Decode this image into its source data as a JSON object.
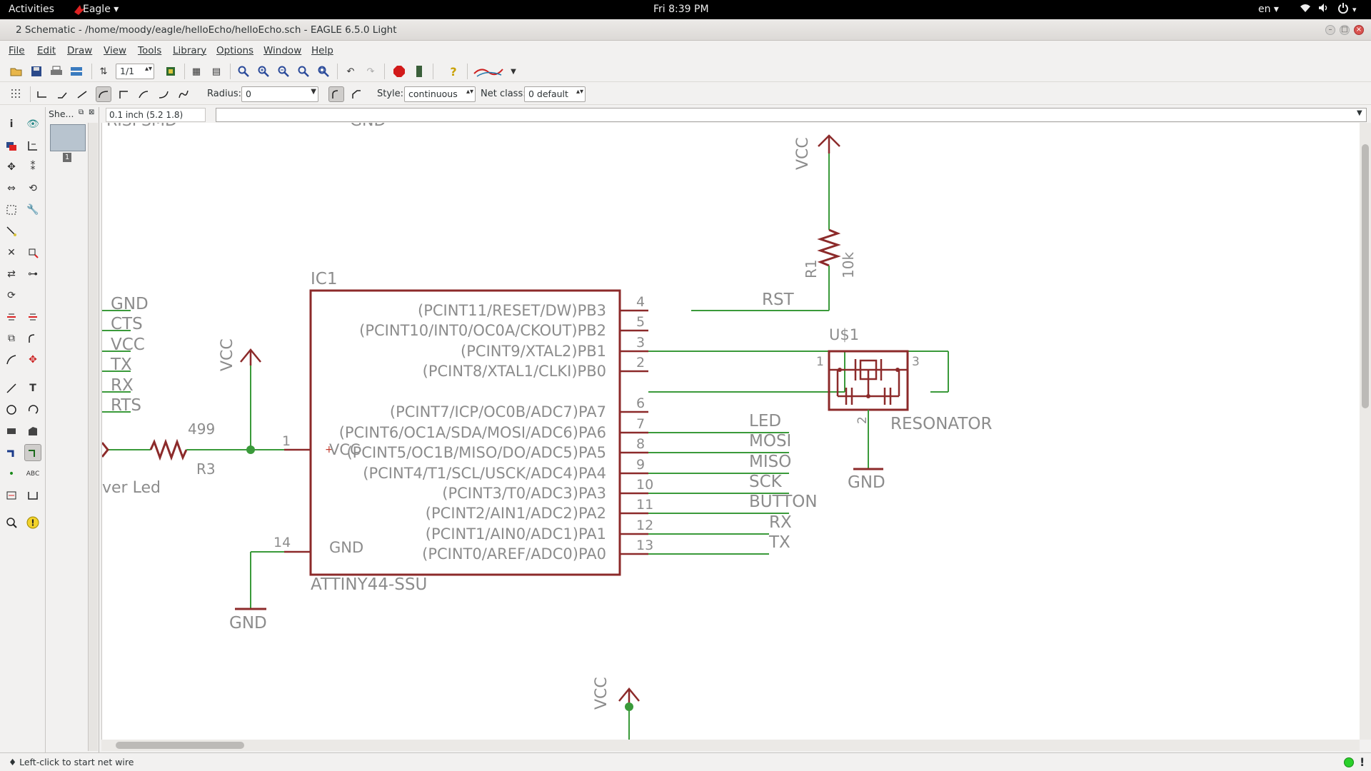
{
  "topbar": {
    "activities": "Activities",
    "app_menu": "Eagle ▾",
    "clock": "Fri  8:39 PM",
    "lang": "en ▾"
  },
  "window": {
    "title": "2 Schematic - /home/moody/eagle/helloEcho/helloEcho.sch - EAGLE 6.5.0 Light"
  },
  "menu": [
    "File",
    "Edit",
    "Draw",
    "View",
    "Tools",
    "Library",
    "Options",
    "Window",
    "Help"
  ],
  "toolbar": {
    "sheet_selector": "1/1",
    "radius_label": "Radius:",
    "radius_value": "0",
    "style_label": "Style:",
    "style_value": "continuous",
    "netclass_label": "Net class:",
    "netclass_value": "0 default"
  },
  "sheets_panel": {
    "header": "She...",
    "sheet_number": "1"
  },
  "coordinates": "0.1 inch (5.2 1.8)",
  "status": {
    "message": "♦ Left-click to start net wire"
  },
  "schematic": {
    "top_labels": {
      "rispsmd": "RISPSMD",
      "gnd_top": "GND"
    },
    "ic": {
      "name": "IC1",
      "value": "ATTINY44-SSU",
      "vcc_pin_label": "VCC",
      "gnd_pin_label": "GND",
      "vcc_pin_num": "1",
      "gnd_pin_num": "14",
      "right_pins": [
        {
          "label": "(PCINT11/RESET/DW)PB3",
          "num": "4"
        },
        {
          "label": "(PCINT10/INT0/OC0A/CKOUT)PB2",
          "num": "5"
        },
        {
          "label": "(PCINT9/XTAL2)PB1",
          "num": "3"
        },
        {
          "label": "(PCINT8/XTAL1/CLKI)PB0",
          "num": "2"
        },
        {
          "label": "(PCINT7/ICP/OC0B/ADC7)PA7",
          "num": "6"
        },
        {
          "label": "(PCINT6/OC1A/SDA/MOSI/ADC6)PA6",
          "num": "7"
        },
        {
          "label": "(PCINT5/OC1B/MISO/DO/ADC5)PA5",
          "num": "8"
        },
        {
          "label": "(PCINT4/T1/SCL/USCK/ADC4)PA4",
          "num": "9"
        },
        {
          "label": "(PCINT3/T0/ADC3)PA3",
          "num": "10"
        },
        {
          "label": "(PCINT2/AIN1/ADC2)PA2",
          "num": "11"
        },
        {
          "label": "(PCINT1/AIN0/ADC1)PA1",
          "num": "12"
        },
        {
          "label": "(PCINT0/AREF/ADC0)PA0",
          "num": "13"
        }
      ]
    },
    "net_labels": {
      "rst": "RST",
      "led": "LED",
      "mosi": "MOSI",
      "miso": "MISO",
      "sck": "SCK",
      "button": "BUTTON",
      "rx": "RX",
      "tx": "TX"
    },
    "ftdi_labels": [
      "GND",
      "CTS",
      "VCC",
      "TX",
      "RX",
      "RTS"
    ],
    "r1": {
      "name": "R1",
      "value": "10k"
    },
    "r3": {
      "name": "R3",
      "value": "499"
    },
    "power_led_label": "ver Led",
    "resonator": {
      "name": "U$1",
      "value": "RESONATOR",
      "pin1": "1",
      "pin2": "2",
      "pin3": "3"
    },
    "supply": {
      "vcc": "VCC",
      "gnd": "GND"
    }
  }
}
